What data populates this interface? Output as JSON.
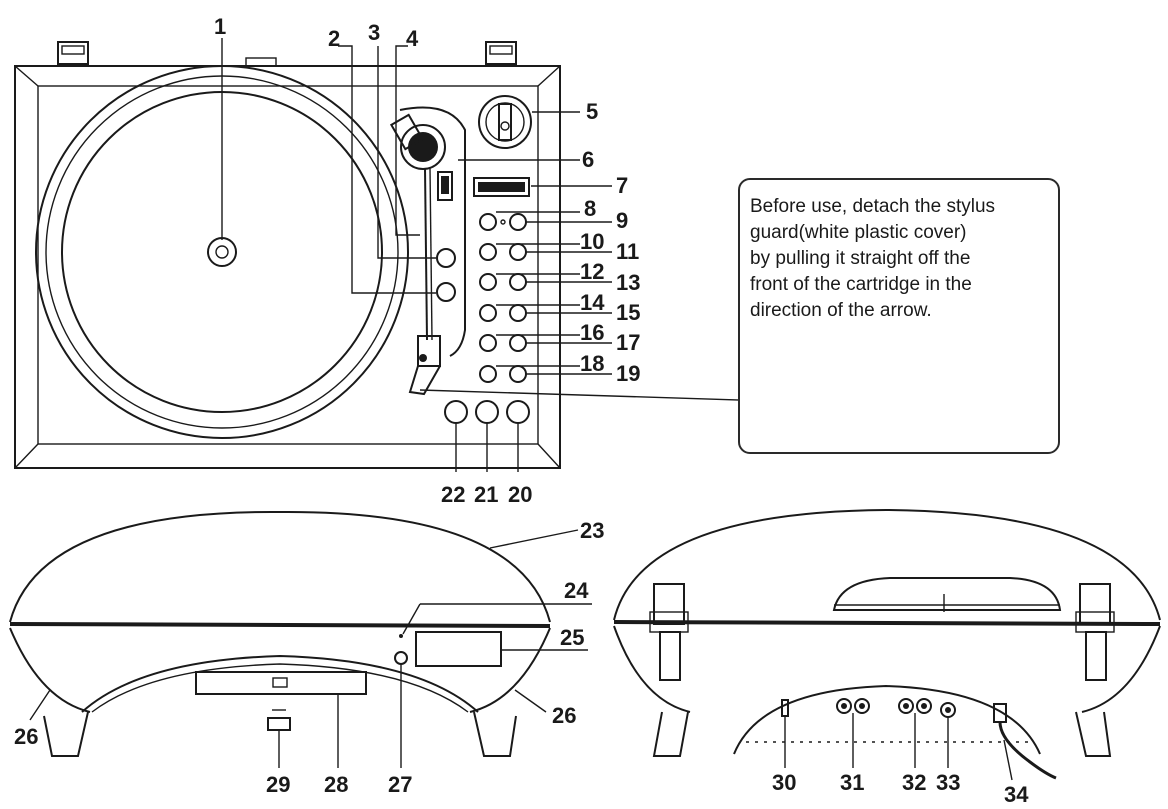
{
  "note": {
    "text": "Before use, detach the stylus\nguard(white plastic cover)\nby pulling it straight off the\nfront of the cartridge in the\ndirection of the arrow."
  },
  "callouts": {
    "c1": "1",
    "c2": "2",
    "c3": "3",
    "c4": "4",
    "c5": "5",
    "c6": "6",
    "c7": "7",
    "c8": "8",
    "c9": "9",
    "c10": "10",
    "c11": "11",
    "c12": "12",
    "c13": "13",
    "c14": "14",
    "c15": "15",
    "c16": "16",
    "c17": "17",
    "c18": "18",
    "c19": "19",
    "c20": "20",
    "c21": "21",
    "c22": "22",
    "c23": "23",
    "c24": "24",
    "c25": "25",
    "c26a": "26",
    "c26b": "26",
    "c27": "27",
    "c28": "28",
    "c29": "29",
    "c30": "30",
    "c31": "31",
    "c32": "32",
    "c33": "33",
    "c34": "34"
  },
  "icons": {
    "top_view": "turntable-top-view",
    "front_view": "front-view",
    "rear_view": "rear-view",
    "cartridge": "cartridge-stylus-icon",
    "arrow": "detach-arrow-icon"
  }
}
